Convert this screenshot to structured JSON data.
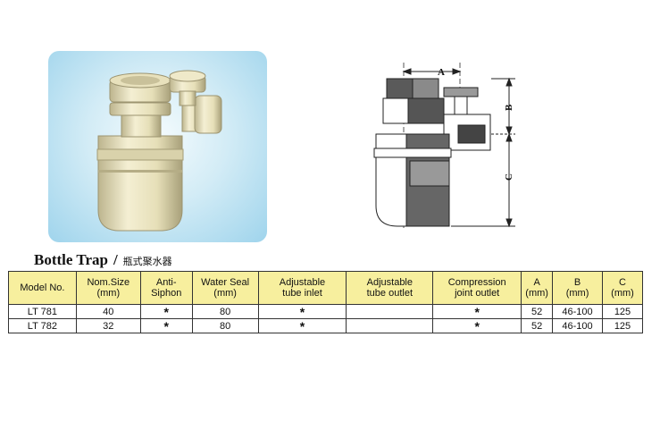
{
  "title": {
    "english": "Bottle Trap",
    "separator": "/",
    "chinese": "瓶式聚水器"
  },
  "diagram": {
    "labels": {
      "a": "A",
      "b": "B",
      "c": "C"
    }
  },
  "table": {
    "headers": [
      [
        "Model No."
      ],
      [
        "Nom.Size",
        "(mm)"
      ],
      [
        "Anti-",
        "Siphon"
      ],
      [
        "Water Seal",
        "(mm)"
      ],
      [
        "Adjustable",
        "tube inlet"
      ],
      [
        "Adjustable",
        "tube outlet"
      ],
      [
        "Compression",
        "joint outlet"
      ],
      [
        "A",
        "(mm)"
      ],
      [
        "B",
        "(mm)"
      ],
      [
        "C",
        "(mm)"
      ]
    ],
    "rows": [
      [
        "LT 781",
        "40",
        "*",
        "80",
        "*",
        "",
        "*",
        "52",
        "46-100",
        "125"
      ],
      [
        "LT 782",
        "32",
        "*",
        "80",
        "*",
        "",
        "*",
        "52",
        "46-100",
        "125"
      ]
    ]
  },
  "colors": {
    "header_bg": "#f7ef9e",
    "photo_bg": "#9fd4ec",
    "product": "#ece6c2"
  }
}
